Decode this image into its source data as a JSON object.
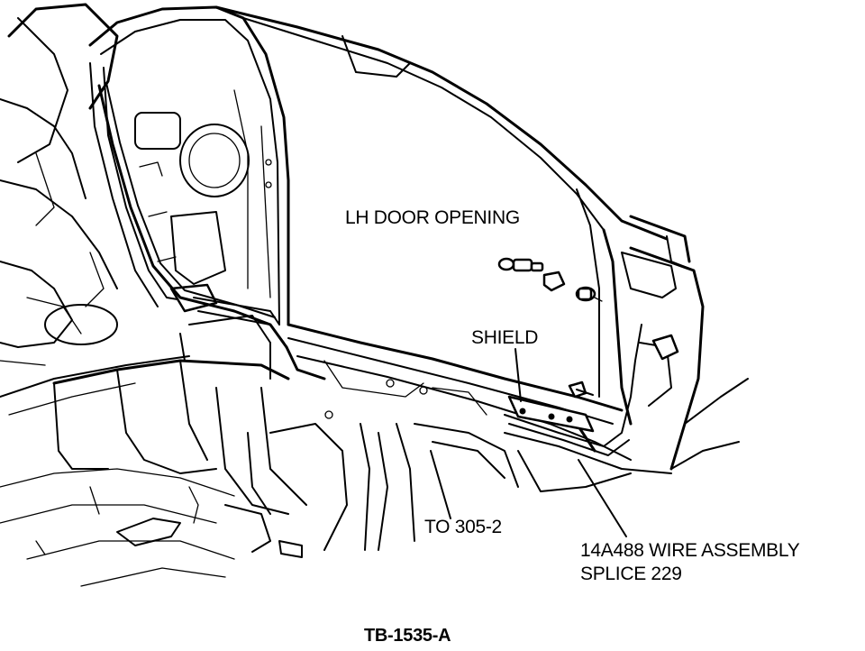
{
  "labels": {
    "door_opening": "LH DOOR OPENING",
    "shield": "SHIELD",
    "to_connector": "TO 305-2",
    "wire_assembly_line1": "14A488 WIRE ASSEMBLY",
    "wire_assembly_line2": "SPLICE 229",
    "figure_id": "TB-1535-A"
  },
  "icons": {
    "wire_connector": "connector-plug-icon",
    "bolt": "bolt-icon"
  }
}
